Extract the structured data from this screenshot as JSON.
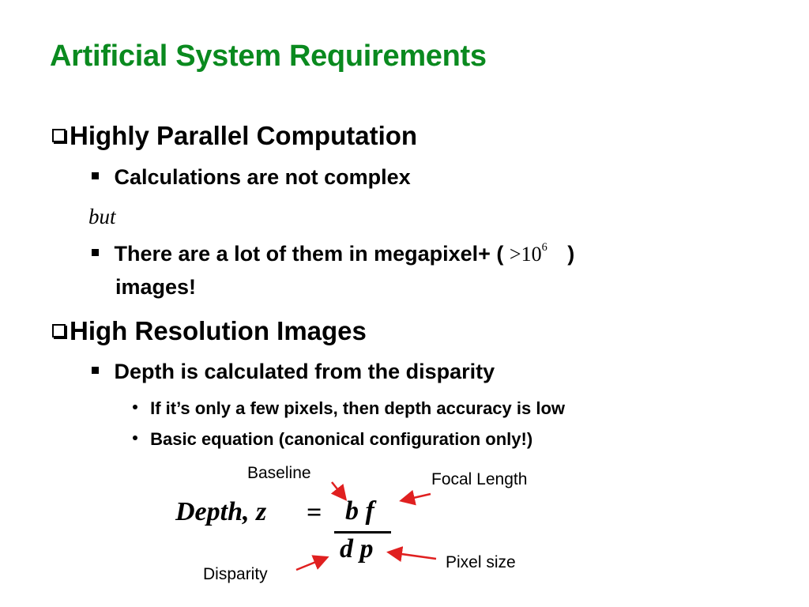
{
  "title": "Artificial System Requirements",
  "colors": {
    "title": "#0a8a1f",
    "arrow": "#e02020",
    "text": "#000000"
  },
  "bullets": {
    "b1": {
      "label": "Highly Parallel Computation",
      "sub1": "Calculations are not complex",
      "connector": "but",
      "sub2_pre": "There are a lot of them in megapixel+ (",
      "sub2_math": ">10",
      "sub2_exp": "6",
      "sub2_post": ")",
      "sub2_line2": "images!"
    },
    "b2": {
      "label": "High Resolution Images",
      "sub1": "Depth is calculated from the disparity",
      "sub1a": "If it’s only a few pixels, then depth accuracy is low",
      "sub1b": "Basic equation (canonical configuration only!)"
    }
  },
  "equation": {
    "lhs": "Depth, z",
    "equals": "=",
    "numerator": "b f",
    "denominator": "d p",
    "labels": {
      "baseline": "Baseline",
      "focal_length": "Focal Length",
      "disparity": "Disparity",
      "pixel_size": "Pixel size"
    }
  },
  "icons": {
    "level1": "checkbox-bullet-icon",
    "level2": "square-bullet-icon",
    "level3": "dot-bullet-icon",
    "arrow": "red-arrow-icon"
  }
}
